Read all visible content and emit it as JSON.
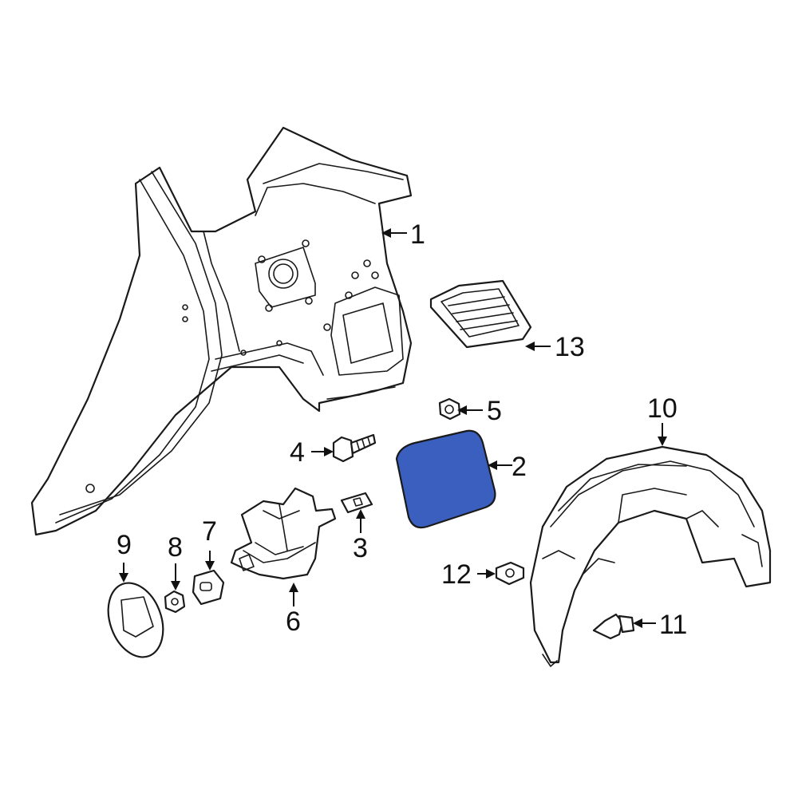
{
  "diagram": {
    "highlight_color": "#3a5fbf",
    "outline_color": "#1a1a1a",
    "callouts": [
      {
        "id": "1",
        "label": "1"
      },
      {
        "id": "2",
        "label": "2"
      },
      {
        "id": "3",
        "label": "3"
      },
      {
        "id": "4",
        "label": "4"
      },
      {
        "id": "5",
        "label": "5"
      },
      {
        "id": "6",
        "label": "6"
      },
      {
        "id": "7",
        "label": "7"
      },
      {
        "id": "8",
        "label": "8"
      },
      {
        "id": "9",
        "label": "9"
      },
      {
        "id": "10",
        "label": "10"
      },
      {
        "id": "11",
        "label": "11"
      },
      {
        "id": "12",
        "label": "12"
      },
      {
        "id": "13",
        "label": "13"
      }
    ],
    "highlighted_part": "2"
  }
}
